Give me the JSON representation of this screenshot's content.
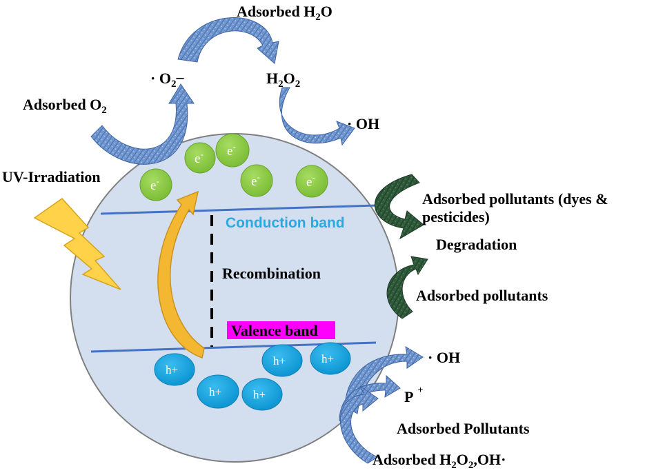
{
  "labels": {
    "adsorbed_h2o": "Adsorbed H",
    "adsorbed_h2o_sub": "2",
    "adsorbed_h2o_tail": "O",
    "superoxide": "· O",
    "superoxide_sub": "2",
    "superoxide_charge": "–",
    "h2o2_h": "H",
    "h2o2_sub1": "2",
    "h2o2_o": "O",
    "h2o2_sub2": "2",
    "adsorbed_o2": "Adsorbed O",
    "adsorbed_o2_sub": "2",
    "oh_top": "· OH",
    "uv_irradiation": "UV-Irradiation",
    "conduction_band": "Conduction band",
    "recombination": "Recombination",
    "valence_band": "Valence band",
    "adsorbed_pollutants_dyes_line1": "Adsorbed pollutants (dyes &",
    "adsorbed_pollutants_dyes_line2": "pesticides)",
    "degradation": "Degradation",
    "adsorbed_pollutants": "Adsorbed pollutants",
    "oh_bottom": "· OH",
    "p_plus": "P",
    "p_plus_sup": "+",
    "adsorbed_pollutants_caps": "Adsorbed Pollutants",
    "adsorbed_h2o2_oh_a": "Adsorbed H",
    "adsorbed_h2o2_oh_sub1": "2",
    "adsorbed_h2o2_oh_b": "O",
    "adsorbed_h2o2_oh_sub2": "2",
    "adsorbed_h2o2_oh_c": ",OH·"
  },
  "electrons": {
    "label": "e",
    "charge": "-"
  },
  "holes": {
    "label": "h+"
  },
  "colors": {
    "particle_fill": "#d3dfee",
    "particle_stroke": "#7f7f7f",
    "band_line": "#4472c4",
    "conduction_text": "#2aa9e0",
    "valence_highlight": "#ff00ff",
    "electron_fill": "#8fce45",
    "hole_fill": "#19a9e6",
    "blue_arrow": "#5b86c4",
    "green_arrow": "#2f5a3a",
    "orange_arrow": "#f4b731",
    "lightning": "#ffd24a"
  }
}
